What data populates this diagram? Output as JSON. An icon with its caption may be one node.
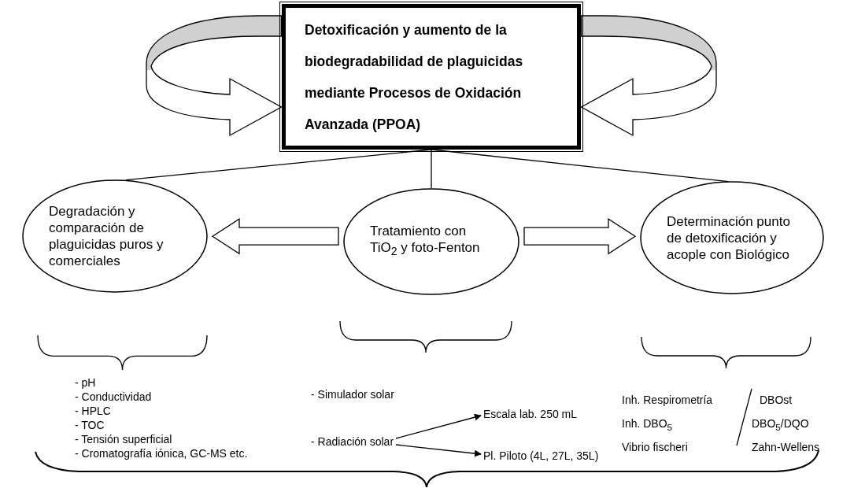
{
  "diagram": {
    "nodes": [
      {
        "text": [
          "Detoxificación y aumento de la biodegradabilidad de plaguicidas mediante Procesos de Oxidación Avanzada (PPOA)"
        ]
      },
      {
        "text": [
          "Degradación y comparación de plaguicidas puros y comerciales"
        ]
      },
      {
        "text": [
          "Tratamiento con TiO$_{2}$ y foto-Fenton"
        ]
      },
      {
        "text": [
          "Determinación punto de detoxificación y acople con Biológico"
        ]
      },
      {
        "text": [
          "- Radiación solar"
        ]
      },
      {
        "text": [
          "Escala lab. 250 mL"
        ]
      },
      {
        "text": [
          "Pl. Piloto (4L, 27L, 35L)"
        ]
      }
    ],
    "edges": [
      {
        "from": 0,
        "to": 0,
        "arrow": "to"
      },
      {
        "from": 0,
        "to": 0,
        "arrow": "to"
      },
      {
        "from": 0,
        "to": 1,
        "arrow": "none"
      },
      {
        "from": 0,
        "to": 2,
        "arrow": "none"
      },
      {
        "from": 0,
        "to": 3,
        "arrow": "none"
      },
      {
        "from": 2,
        "to": 1,
        "arrow": "to"
      },
      {
        "from": 2,
        "to": 3,
        "arrow": "to"
      },
      {
        "from": 4,
        "to": 5,
        "arrow": "to"
      },
      {
        "from": 4,
        "to": 6,
        "arrow": "to"
      }
    ],
    "labels": [
      "- pH",
      "- Conductividad",
      "- HPLC",
      "- TOC",
      "- Tensión superficial",
      "- Cromatografía iónica, GC-MS etc.",
      "- Simulador solar",
      "Inh. Respirometría",
      "DBOst",
      "Inh. DBO$_{5}$",
      "DBO$_{5}$/DQO",
      "Vibrio fischeri",
      "Zahn-Wellens"
    ]
  }
}
